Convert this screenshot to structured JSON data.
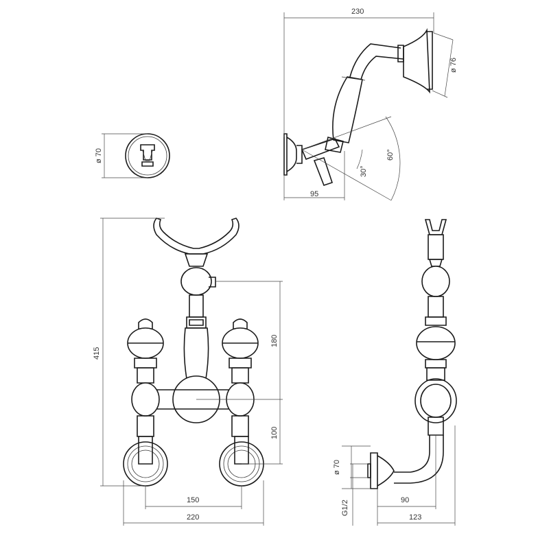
{
  "dimensions": {
    "diameter_70_top": "ø 70",
    "width_230": "230",
    "diameter_76": "ø 76",
    "angle_60": "60°",
    "angle_30": "30°",
    "depth_95": "95",
    "height_415": "415",
    "height_180": "180",
    "height_100": "100",
    "width_150": "150",
    "width_220": "220",
    "diameter_70_side": "ø 70",
    "thread_g12": "G1/2",
    "depth_90": "90",
    "depth_123": "123"
  },
  "colors": {
    "line": "#1a1a1a",
    "dimension": "#444444",
    "background": "#ffffff"
  }
}
